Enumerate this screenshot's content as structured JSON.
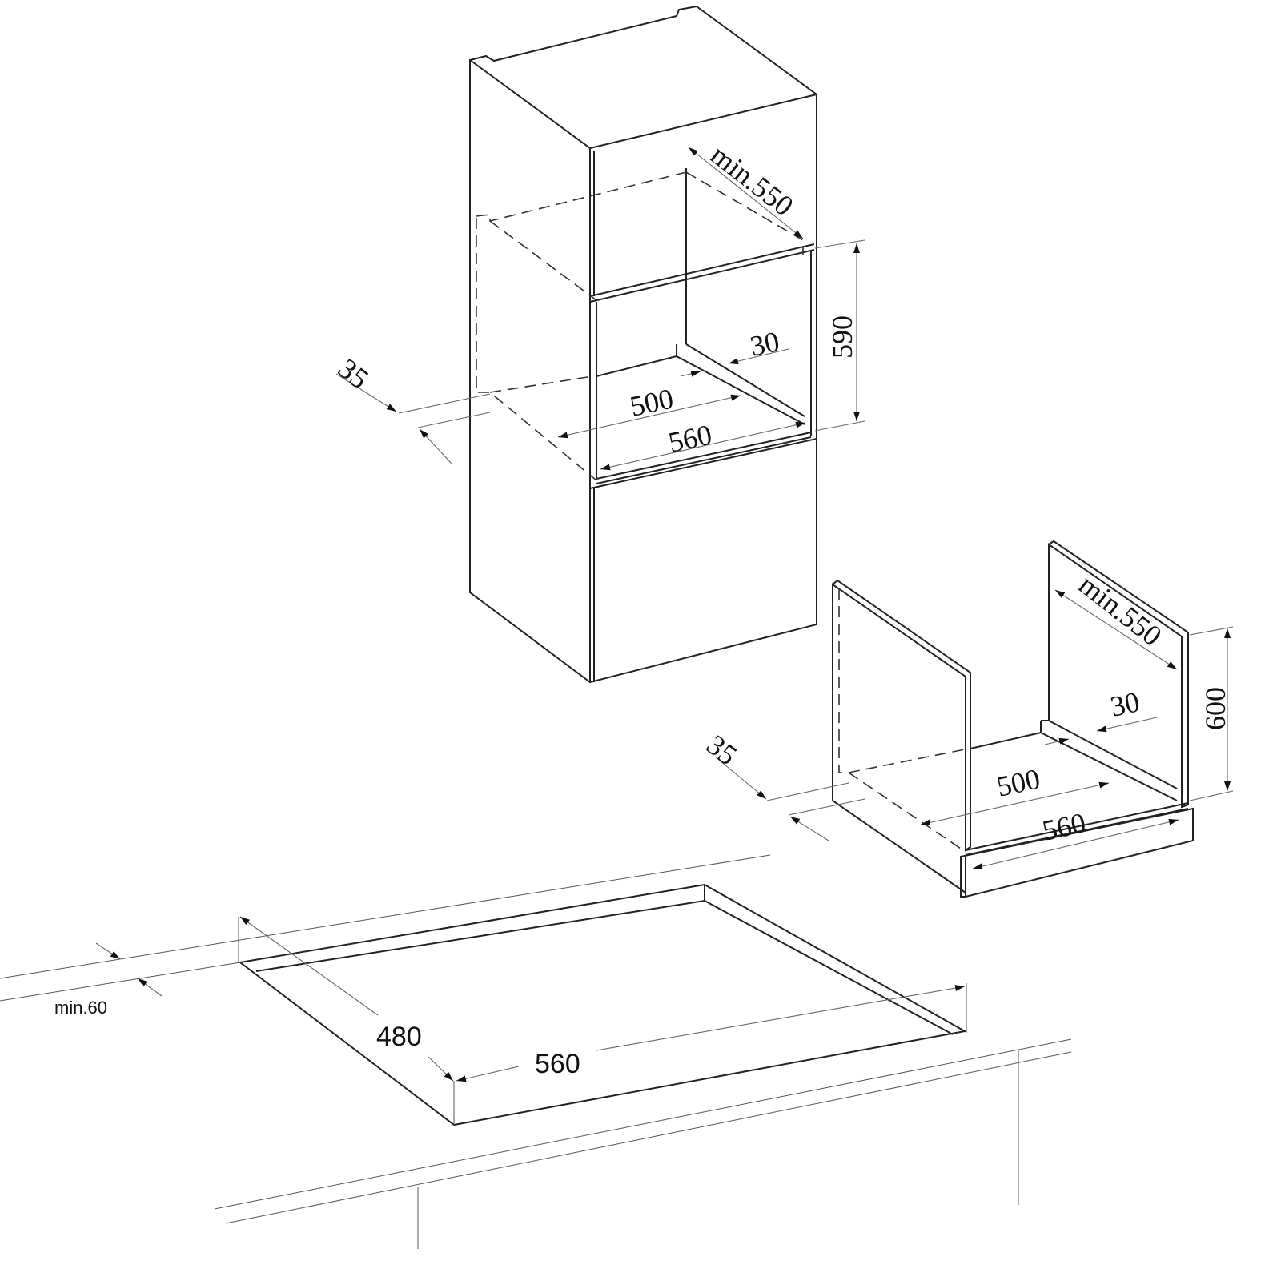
{
  "upper_cabinet": {
    "depth_label": "min.550",
    "height_label": "590",
    "back_gap_label": "30",
    "inner_width_label": "500",
    "width_label": "560",
    "offset_label": "35"
  },
  "lower_cabinet": {
    "depth_label": "min.550",
    "height_label": "600",
    "back_gap_label": "30",
    "inner_width_label": "500",
    "width_label": "560",
    "offset_label": "35"
  },
  "hob_cutout": {
    "depth_label": "480",
    "width_label": "560",
    "edge_distance_label": "min.60"
  },
  "colors": {
    "line": "#222222",
    "background": "#ffffff"
  }
}
